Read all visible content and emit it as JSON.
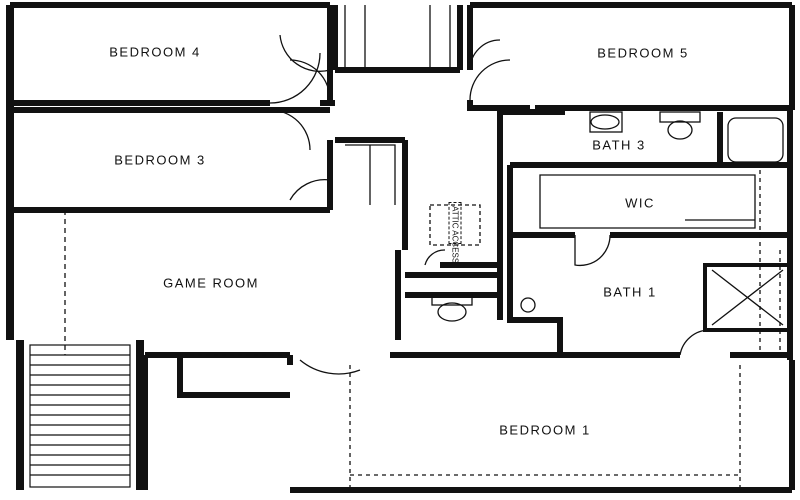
{
  "rooms": {
    "bedroom4": "BEDROOM 4",
    "bedroom5": "BEDROOM 5",
    "bedroom3": "BEDROOM 3",
    "bath3": "BATH 3",
    "wic": "WIC",
    "game_room": "GAME ROOM",
    "bath1": "BATH 1",
    "bedroom1": "BEDROOM 1"
  },
  "attic_access": "ATTIC ACCESS",
  "colors": {
    "wall": "#111111",
    "background": "#ffffff"
  }
}
